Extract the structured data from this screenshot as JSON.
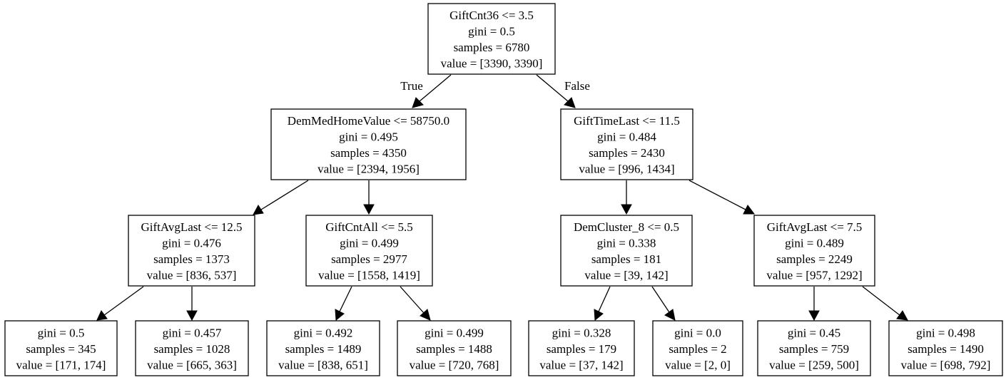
{
  "edge_labels": {
    "true": "True",
    "false": "False"
  },
  "nodes": [
    {
      "id": "n0",
      "lines": [
        "GiftCnt36 <= 3.5",
        "gini = 0.5",
        "samples = 6780",
        "value = [3390, 3390]"
      ]
    },
    {
      "id": "n1",
      "lines": [
        "DemMedHomeValue <= 58750.0",
        "gini = 0.495",
        "samples = 4350",
        "value = [2394, 1956]"
      ]
    },
    {
      "id": "n2",
      "lines": [
        "GiftTimeLast <= 11.5",
        "gini = 0.484",
        "samples = 2430",
        "value = [996, 1434]"
      ]
    },
    {
      "id": "n3",
      "lines": [
        "GiftAvgLast <= 12.5",
        "gini = 0.476",
        "samples = 1373",
        "value = [836, 537]"
      ]
    },
    {
      "id": "n4",
      "lines": [
        "GiftCntAll <= 5.5",
        "gini = 0.499",
        "samples = 2977",
        "value = [1558, 1419]"
      ]
    },
    {
      "id": "n5",
      "lines": [
        "DemCluster_8 <= 0.5",
        "gini = 0.338",
        "samples = 181",
        "value = [39, 142]"
      ]
    },
    {
      "id": "n6",
      "lines": [
        "GiftAvgLast <= 7.5",
        "gini = 0.489",
        "samples = 2249",
        "value = [957, 1292]"
      ]
    },
    {
      "id": "n7",
      "lines": [
        "gini = 0.5",
        "samples = 345",
        "value = [171, 174]"
      ]
    },
    {
      "id": "n8",
      "lines": [
        "gini = 0.457",
        "samples = 1028",
        "value = [665, 363]"
      ]
    },
    {
      "id": "n9",
      "lines": [
        "gini = 0.492",
        "samples = 1489",
        "value = [838, 651]"
      ]
    },
    {
      "id": "n10",
      "lines": [
        "gini = 0.499",
        "samples = 1488",
        "value = [720, 768]"
      ]
    },
    {
      "id": "n11",
      "lines": [
        "gini = 0.328",
        "samples = 179",
        "value = [37, 142]"
      ]
    },
    {
      "id": "n12",
      "lines": [
        "gini = 0.0",
        "samples = 2",
        "value = [2, 0]"
      ]
    },
    {
      "id": "n13",
      "lines": [
        "gini = 0.45",
        "samples = 759",
        "value = [259, 500]"
      ]
    },
    {
      "id": "n14",
      "lines": [
        "gini = 0.498",
        "samples = 1490",
        "value = [698, 792]"
      ]
    }
  ]
}
